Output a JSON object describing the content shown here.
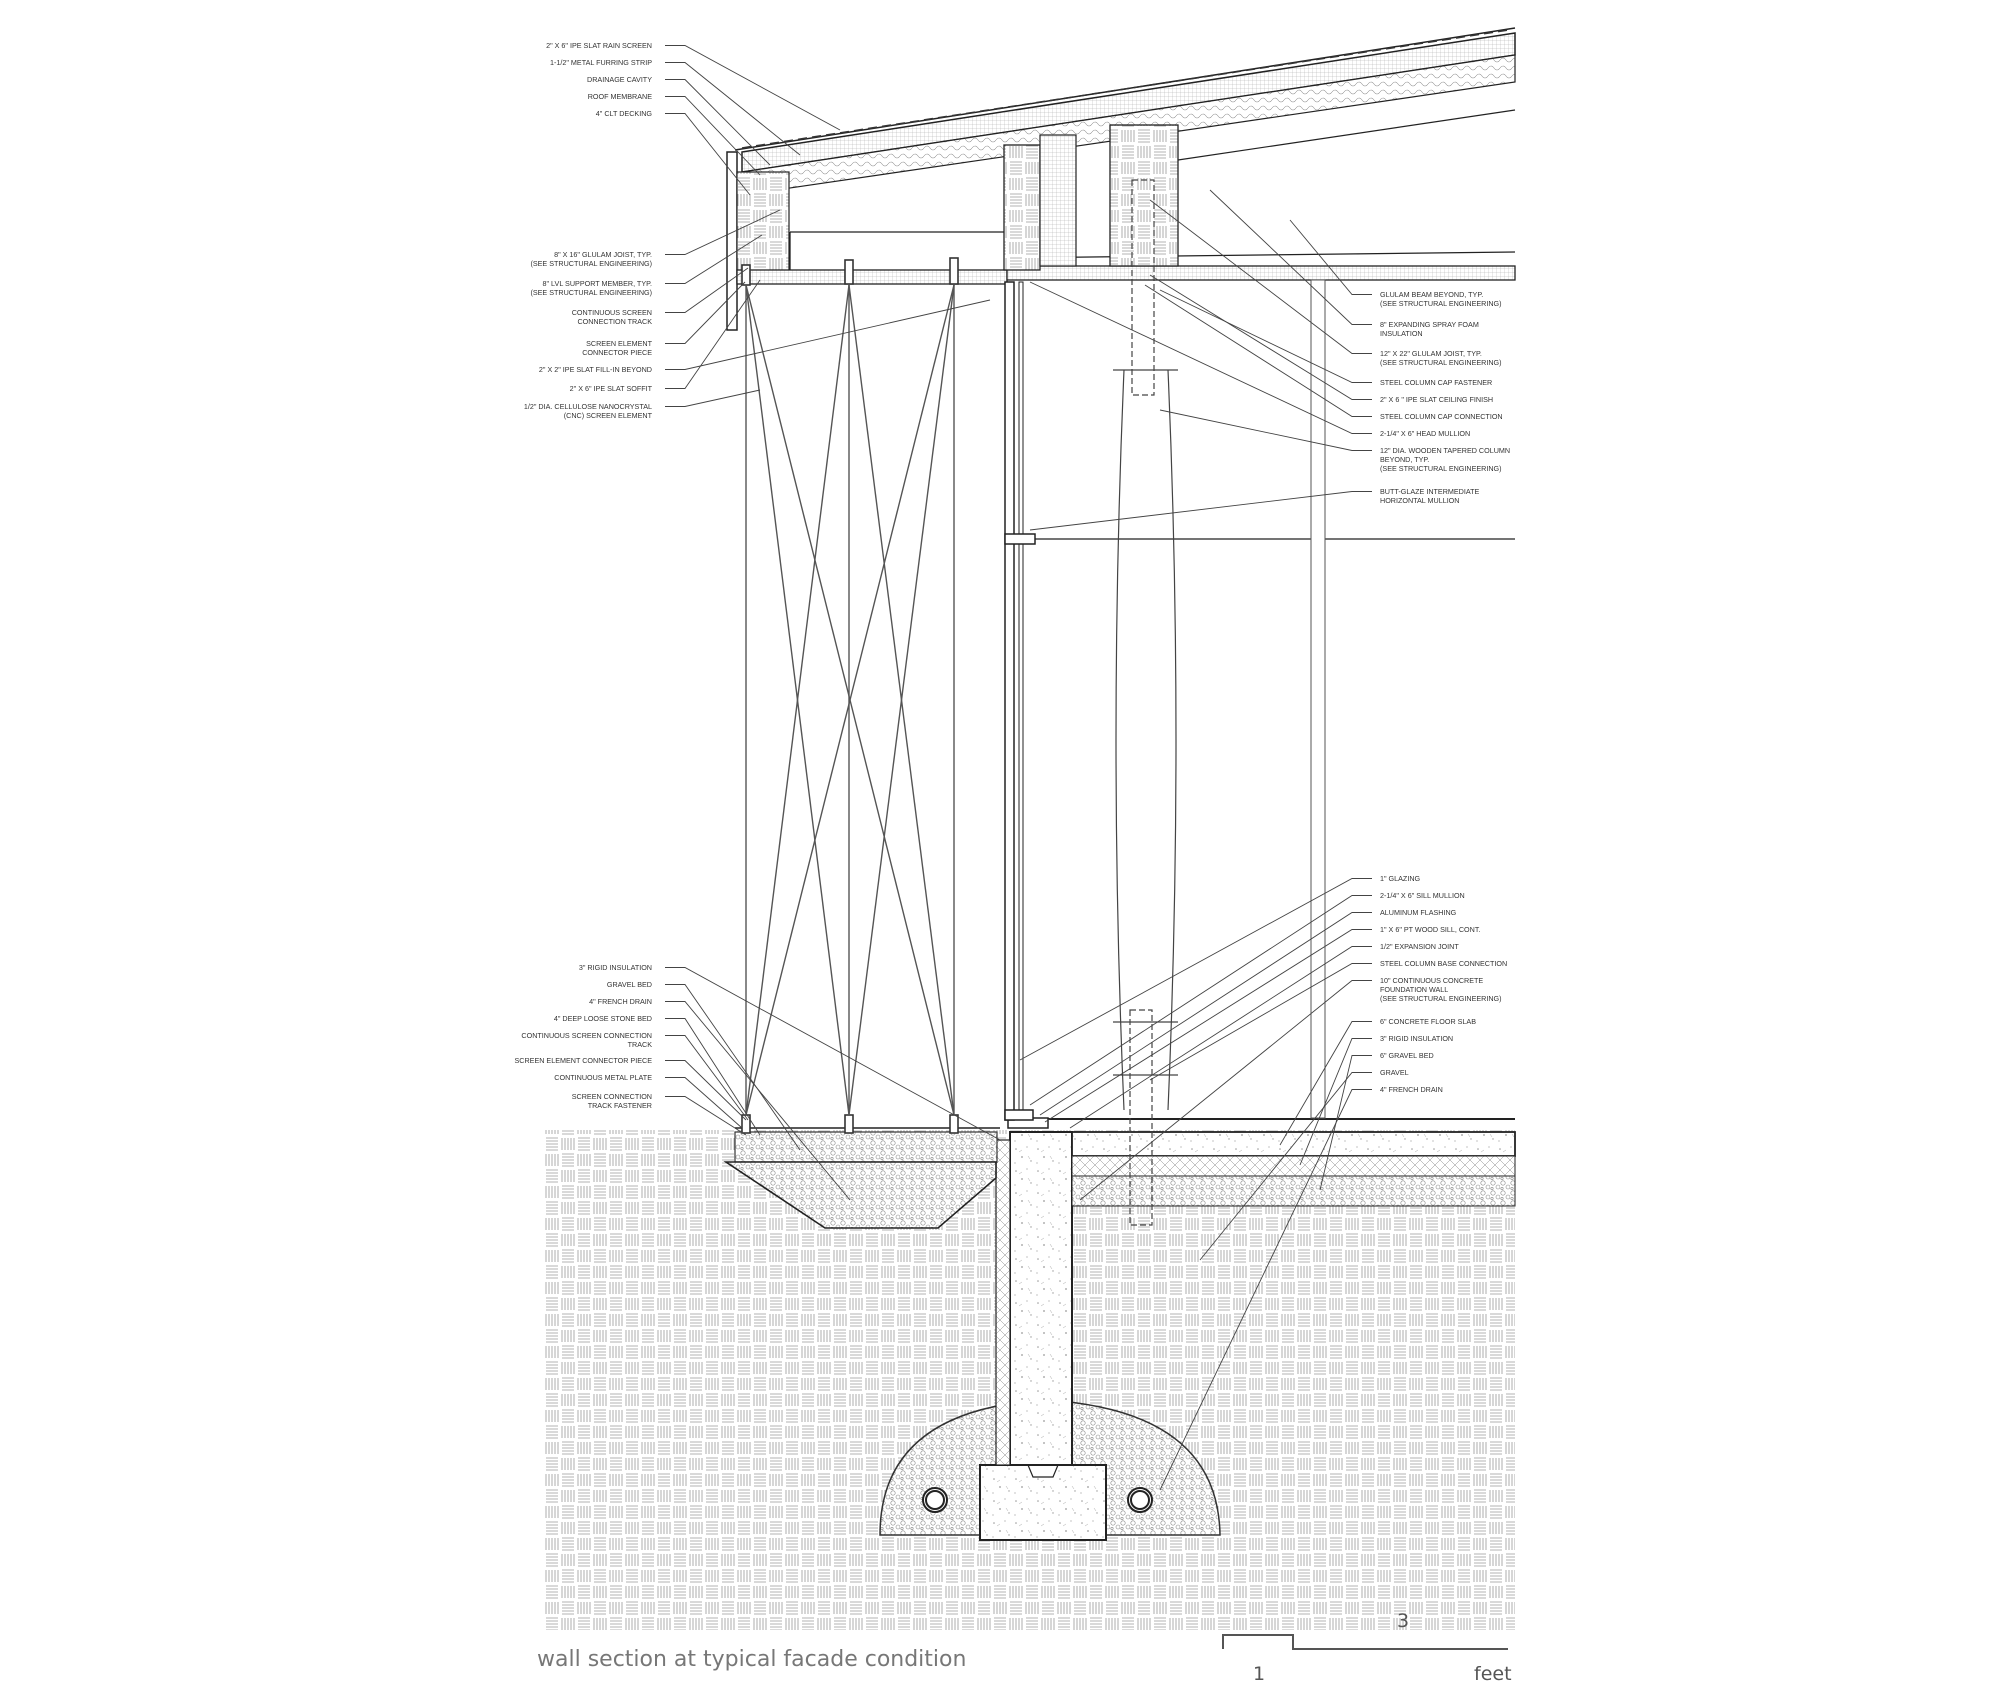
{
  "caption": "wall section at typical facade condition",
  "scale_bar": {
    "label_one": "1",
    "label_three": "3",
    "unit": "feet"
  },
  "callouts_left_top": [
    [
      "2\" x 6\" IPE SLAT RAIN SCREEN"
    ],
    [
      "1-1/2\" METAL FURRING STRIP"
    ],
    [
      "DRAINAGE CAVITY"
    ],
    [
      "ROOF MEMBRANE"
    ],
    [
      "4\" CLT DECKING"
    ]
  ],
  "callouts_left_mid": [
    [
      "8\" x 16\" GLULAM JOIST, TYP.",
      "(SEE STRUCTURAL ENGINEERING)"
    ],
    [
      "8\" LVL SUPPORT MEMBER, TYP.",
      "(SEE STRUCTURAL ENGINEERING)"
    ],
    [
      "CONTINUOUS SCREEN",
      "CONNECTION TRACK"
    ],
    [
      "SCREEN ELEMENT",
      "CONNECTOR PIECE"
    ],
    [
      "2\" x 2\" IPE SLAT FILL-IN BEYOND"
    ],
    [
      "2\" x 6\" IPE SLAT SOFFIT"
    ],
    [
      "1/2\" DIA. CELLULOSE NANOCRYSTAL",
      "(CNC) SCREEN ELEMENT"
    ]
  ],
  "callouts_left_bottom": [
    [
      "3\" RIGID INSULATION"
    ],
    [
      "GRAVEL BED"
    ],
    [
      "4\" FRENCH DRAIN"
    ],
    [
      "4\" DEEP LOOSE STONE BED"
    ],
    [
      "CONTINUOUS SCREEN CONNECTION",
      "TRACK"
    ],
    [
      "SCREEN ELEMENT CONNECTOR PIECE"
    ],
    [
      "CONTINUOUS METAL PLATE"
    ],
    [
      "SCREEN CONNECTION",
      "TRACK FASTENER"
    ]
  ],
  "callouts_right_top": [
    [
      "GLULAM BEAM BEYOND, TYP.",
      "(SEE STRUCTURAL ENGINEERING)"
    ],
    [
      "8\" EXPANDING SPRAY FOAM",
      "INSULATION"
    ],
    [
      "12\" x 22\" GLULAM JOIST, TYP.",
      "(SEE STRUCTURAL ENGINEERING)"
    ],
    [
      "STEEL COLUMN CAP FASTENER"
    ],
    [
      "2\" x 6 \" IPE SLAT CEILING FINISH"
    ],
    [
      "STEEL COLUMN CAP CONNECTION"
    ],
    [
      "2-1/4\" x 6\" HEAD MULLION"
    ],
    [
      "12\" DIA. WOODEN TAPERED COLUMN",
      "BEYOND, TYP.",
      "(SEE STRUCTURAL ENGINEERING)"
    ],
    [
      "BUTT-GLAZE INTERMEDIATE",
      "HORIZONTAL MULLION"
    ]
  ],
  "callouts_right_bottom": [
    [
      "1\" GLAZING"
    ],
    [
      "2-1/4\" x 6\" SILL MULLION"
    ],
    [
      "ALUMINUM FLASHING"
    ],
    [
      "1\" x 6\" PT WOOD SILL, CONT."
    ],
    [
      "1/2\" EXPANSION JOINT"
    ],
    [
      "STEEL COLUMN BASE CONNECTION"
    ],
    [
      "10\" CONTINUOUS CONCRETE",
      "FOUNDATION WALL",
      "(SEE STRUCTURAL ENGINEERING)"
    ],
    [
      "6\" CONCRETE FLOOR SLAB"
    ],
    [
      "3\" RIGID INSULATION"
    ],
    [
      "6\" GRAVEL BED"
    ],
    [
      "GRAVEL"
    ],
    [
      "4\" FRENCH DRAIN"
    ]
  ]
}
